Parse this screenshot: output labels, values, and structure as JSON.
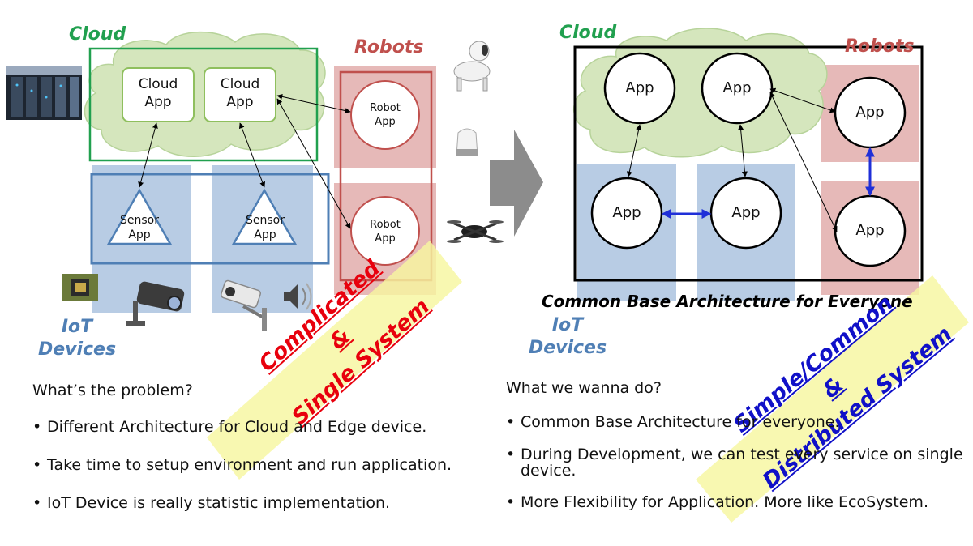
{
  "left": {
    "cloud_title": "Cloud",
    "robots_title": "Robots",
    "iot_title_line1": "IoT",
    "iot_title_line2": "Devices",
    "cloud_app_1": [
      "Cloud",
      "App"
    ],
    "cloud_app_2": [
      "Cloud",
      "App"
    ],
    "robot_app_1": [
      "Robot",
      "App"
    ],
    "robot_app_2": [
      "Robot",
      "App"
    ],
    "sensor_app_1": [
      "Sensor",
      "App"
    ],
    "sensor_app_2": [
      "Sensor",
      "App"
    ],
    "stamp_lines": [
      "Complicated",
      "&",
      "Single System"
    ],
    "stamp_color": "#e8000d",
    "question": "What’s the problem?",
    "bullets": [
      "Different Architecture for Cloud and Edge device.",
      "Take time to setup environment and run application.",
      "IoT Device is really statistic implementation."
    ]
  },
  "right": {
    "cloud_title": "Cloud",
    "robots_title": "Robots",
    "iot_title_line1": "IoT",
    "iot_title_line2": "Devices",
    "app_label": "App",
    "caption": "Common Base Architecture for Everyone",
    "stamp_lines": [
      "Simple/Common",
      "&",
      "Distributed System"
    ],
    "stamp_color": "#1010c8",
    "question": "What we wanna do?",
    "bullets": [
      "Common Base Architecture for everyone.",
      "During Development, we can test every service on single device.",
      "More Flexibility for Application. More like EcoSystem."
    ]
  },
  "colors": {
    "cloud_green": "#21a04f",
    "cloud_fill": "#d5e6bd",
    "robot_red": "#c0504d",
    "robot_fill": "#e6b9b8",
    "iot_blue": "#4f7fb5",
    "iot_fill": "#b8cce4",
    "arrow_blue": "#1f2fd8",
    "highlight_yellow": "#f6f6a0"
  }
}
